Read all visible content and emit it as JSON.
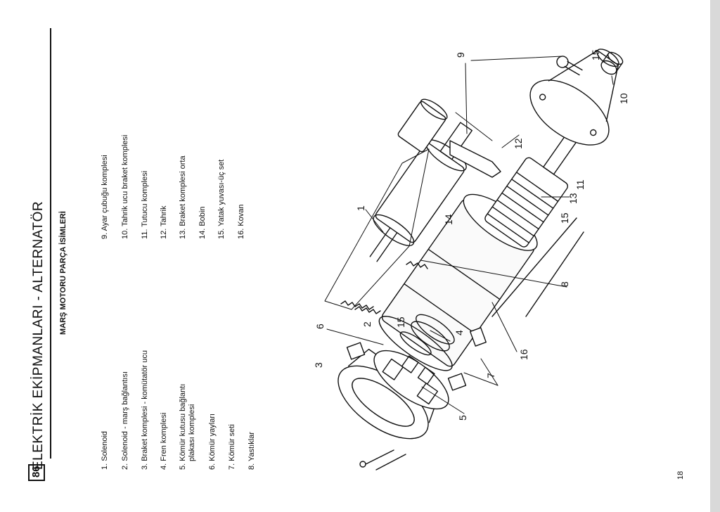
{
  "header": {
    "page_number": "86",
    "title": "ELEKTRİK EKİPMANLARI - ALTERNATÖR"
  },
  "subtitle": "MARŞ MOTORU PARÇA İSİMLERİ",
  "parts_col1": [
    "1. Solenoid",
    "2. Solenoid - marş bağlantısı",
    "3. Braket komplesi - komütatör ucu",
    "4. Fren komplesi",
    "5. Kömür kutusu bağlantı",
    "plakası komplesi",
    "6. Kömür yayları",
    "7. Kömür seti",
    "8. Yastıklar"
  ],
  "parts_col2": [
    "9. Ayar çubuğu komplesi",
    "10. Tahrik ucu braket komplesi",
    "11. Tutucu komplesi",
    "12. Tahrik",
    "13. Braket komplesi orta",
    "14. Bobin",
    "15. Yatak yuvası-üç set",
    "16. Kovan"
  ],
  "diagram_callouts": [
    "1",
    "2",
    "3",
    "4",
    "5",
    "6",
    "7",
    "8",
    "9",
    "10",
    "11",
    "12",
    "13",
    "14",
    "15",
    "15",
    "15",
    "16"
  ],
  "footer_page": "18",
  "colors": {
    "ink": "#111111",
    "paper": "#ffffff",
    "page_edge": "#d9d9d9"
  }
}
